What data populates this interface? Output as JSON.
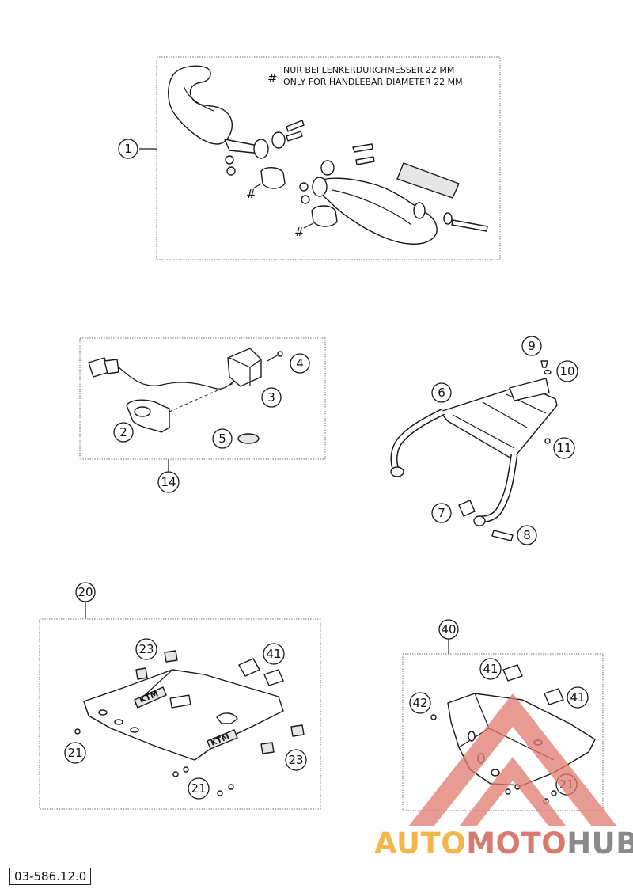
{
  "note": {
    "mark": "#",
    "line_de": "NUR BEI LENKERDURCHMESSER 22 MM",
    "line_en": "ONLY FOR HANDLEBAR DIAMETER 22 MM"
  },
  "hash_mark": "#",
  "callouts": {
    "c1": "1",
    "c2": "2",
    "c3": "3",
    "c4": "4",
    "c5": "5",
    "c6": "6",
    "c7": "7",
    "c8": "8",
    "c9": "9",
    "c10": "10",
    "c11": "11",
    "c14": "14",
    "c20": "20",
    "c21": "21",
    "c23": "23",
    "c40": "40",
    "c41": "41",
    "c42": "42"
  },
  "logo_text": "KTM",
  "part_number": "03-586.12.0",
  "watermark": {
    "part1": "AUTO",
    "part2": "MOTO",
    "part3": "HUB"
  },
  "colors": {
    "watermark_yellow": "#f2b64a",
    "watermark_red": "#d97a70",
    "watermark_gray": "#8a8a8a",
    "line": "#1a1a1a"
  }
}
